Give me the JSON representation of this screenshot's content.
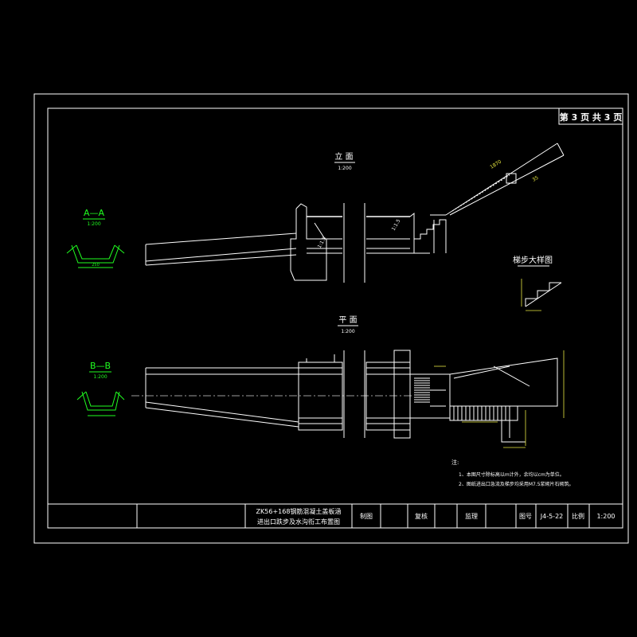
{
  "page_counter": "第 3 页 共 3 页",
  "views": {
    "elevation": {
      "title": "立 面",
      "scale": "1:200"
    },
    "plan": {
      "title": "平 面",
      "scale": "1:200"
    },
    "section_aa": {
      "title": "A—A",
      "scale": "1:200"
    },
    "section_bb": {
      "title": "B—B",
      "scale": "1:200"
    },
    "step_detail": {
      "title": "梯步大样图"
    }
  },
  "notes": {
    "heading": "注:",
    "items": [
      "1、本图尺寸除标高以m计外，余均以cm为单位。",
      "2、图纸进出口急流及梯步均采用M7.5浆砌片石砌筑。"
    ]
  },
  "title_block": {
    "project_line1": "ZK56+168钢筋混凝土盖板涵",
    "project_line2": "进出口跌步及水沟衔工布置图",
    "drawn_label": "制图",
    "review_label": "复核",
    "supervise_label": "监理",
    "drawing_no_label": "图号",
    "drawing_no": "J4-5-22",
    "scale_label": "比例",
    "scale_value": "1:200"
  },
  "colors": {
    "background": "#000000",
    "line": "#ffffff",
    "section": "#20ff20",
    "dimension": "#e8e840"
  }
}
